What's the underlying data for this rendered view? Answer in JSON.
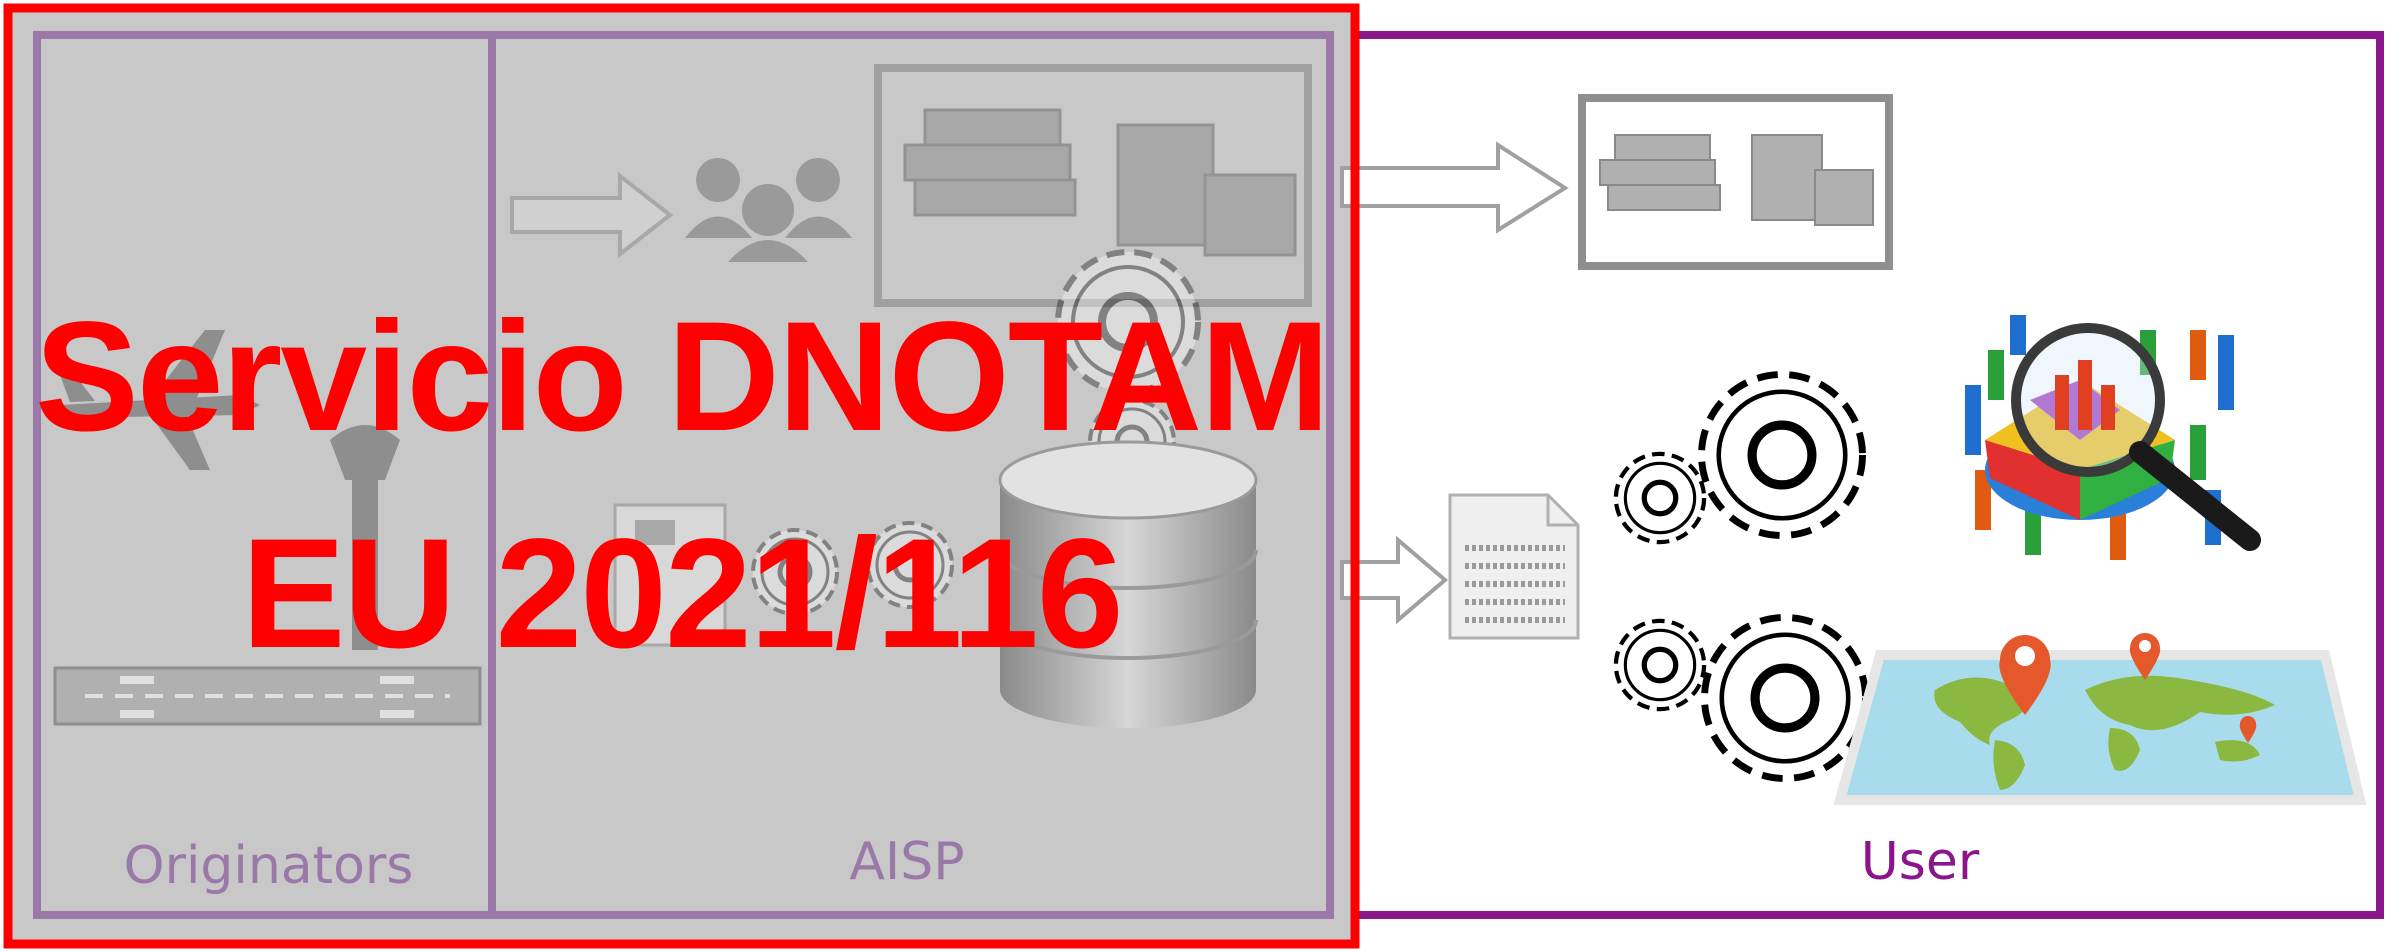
{
  "zones": {
    "originators": "Originators",
    "aisp": "AISP",
    "user": "User"
  },
  "title": {
    "line1": "Servicio DNOTAM",
    "line2": "EU 2021/116"
  },
  "colors": {
    "title_red": "#ff0000",
    "zone_purple": "#8b158b",
    "grey_overlay": "#c8c8c8",
    "faded_label": "#9a78a8"
  },
  "icons": [
    "aircraft-icon",
    "control-tower-icon",
    "runway-icon",
    "people-icon",
    "data-servers-icon",
    "gear-icon",
    "database-icon",
    "document-icon",
    "chart-magnifier-icon",
    "world-map-icon"
  ]
}
